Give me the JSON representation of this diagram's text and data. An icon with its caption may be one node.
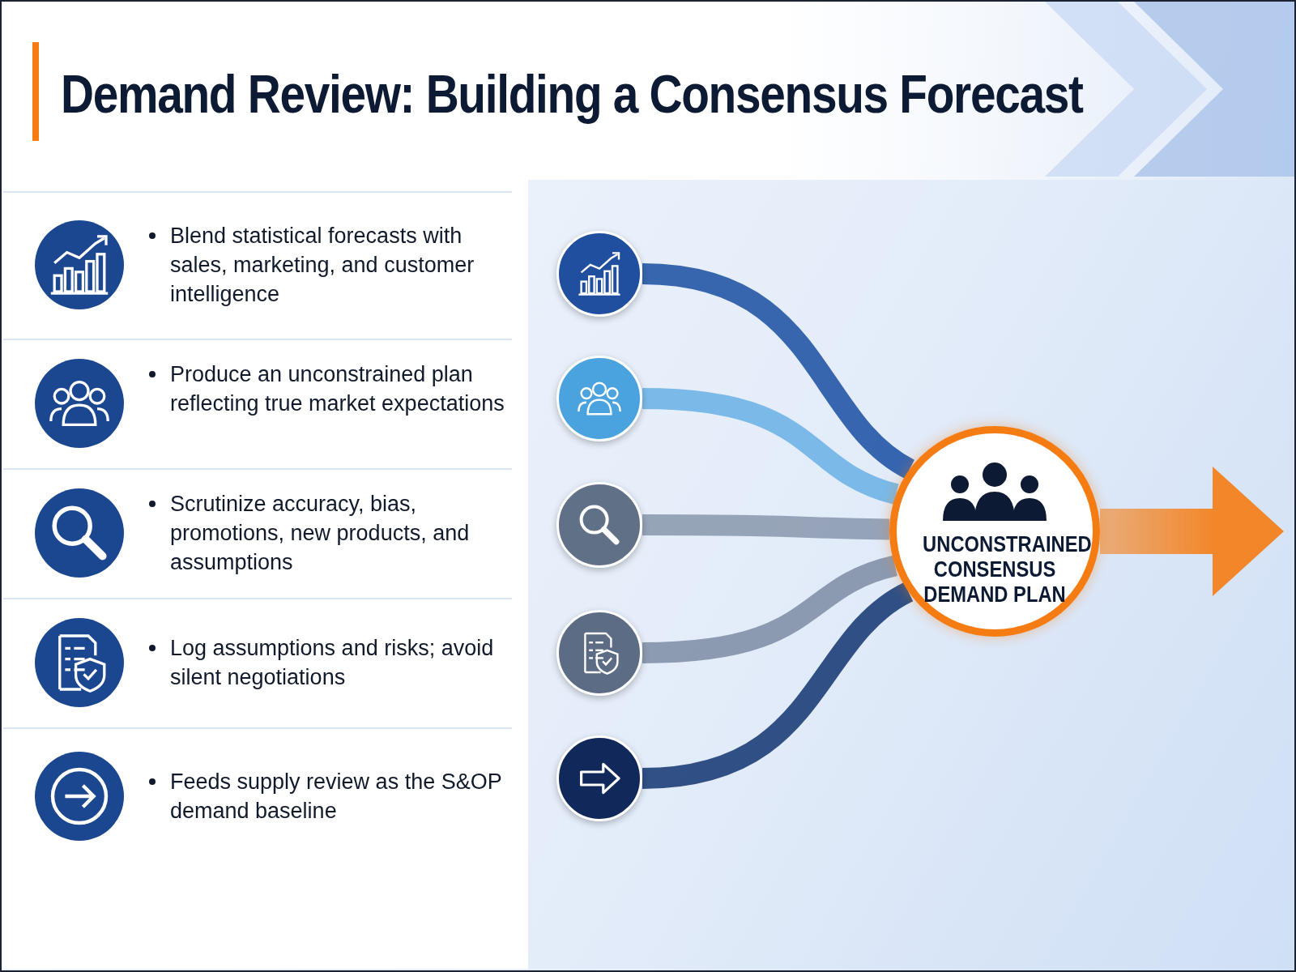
{
  "diagram": {
    "title": "Demand Review: Building a Consensus Forecast",
    "nodes": [
      {
        "text": [],
        "shape": "circle"
      },
      {
        "text": [],
        "shape": "circle"
      },
      {
        "text": [],
        "shape": "circle"
      },
      {
        "text": [],
        "shape": "circle"
      },
      {
        "text": [],
        "shape": "circle"
      },
      {
        "text": [
          "UNCONSTRAINED CONSENSUS DEMAND PLAN"
        ]
      }
    ],
    "edges": [
      {
        "from": 0,
        "to": 5,
        "arrow": "none",
        "color": "#2456a6"
      },
      {
        "from": 1,
        "to": 5,
        "arrow": "none",
        "color": "#6fb4e6"
      },
      {
        "from": 2,
        "to": 5,
        "arrow": "none",
        "color": "#8d9bb0"
      },
      {
        "from": 3,
        "to": 5,
        "arrow": "none",
        "color": "#8291a8"
      },
      {
        "from": 4,
        "to": 5,
        "arrow": "none",
        "color": "#1d3f78"
      },
      {
        "from": 5,
        "to": null,
        "arrow": "to",
        "color": "#f57c12",
        "style": "thick"
      }
    ],
    "labels": [
      "Blend statistical forecasts with sales, marketing, and customer intelligence",
      "Produce an unconstrained plan reflecting true market expectations",
      "Scrutinize accuracy, bias, promotions, new products, and assumptions",
      "Log assumptions and risks; avoid silent negotiations",
      "Feeds supply review as the S&OP demand baseline"
    ]
  }
}
